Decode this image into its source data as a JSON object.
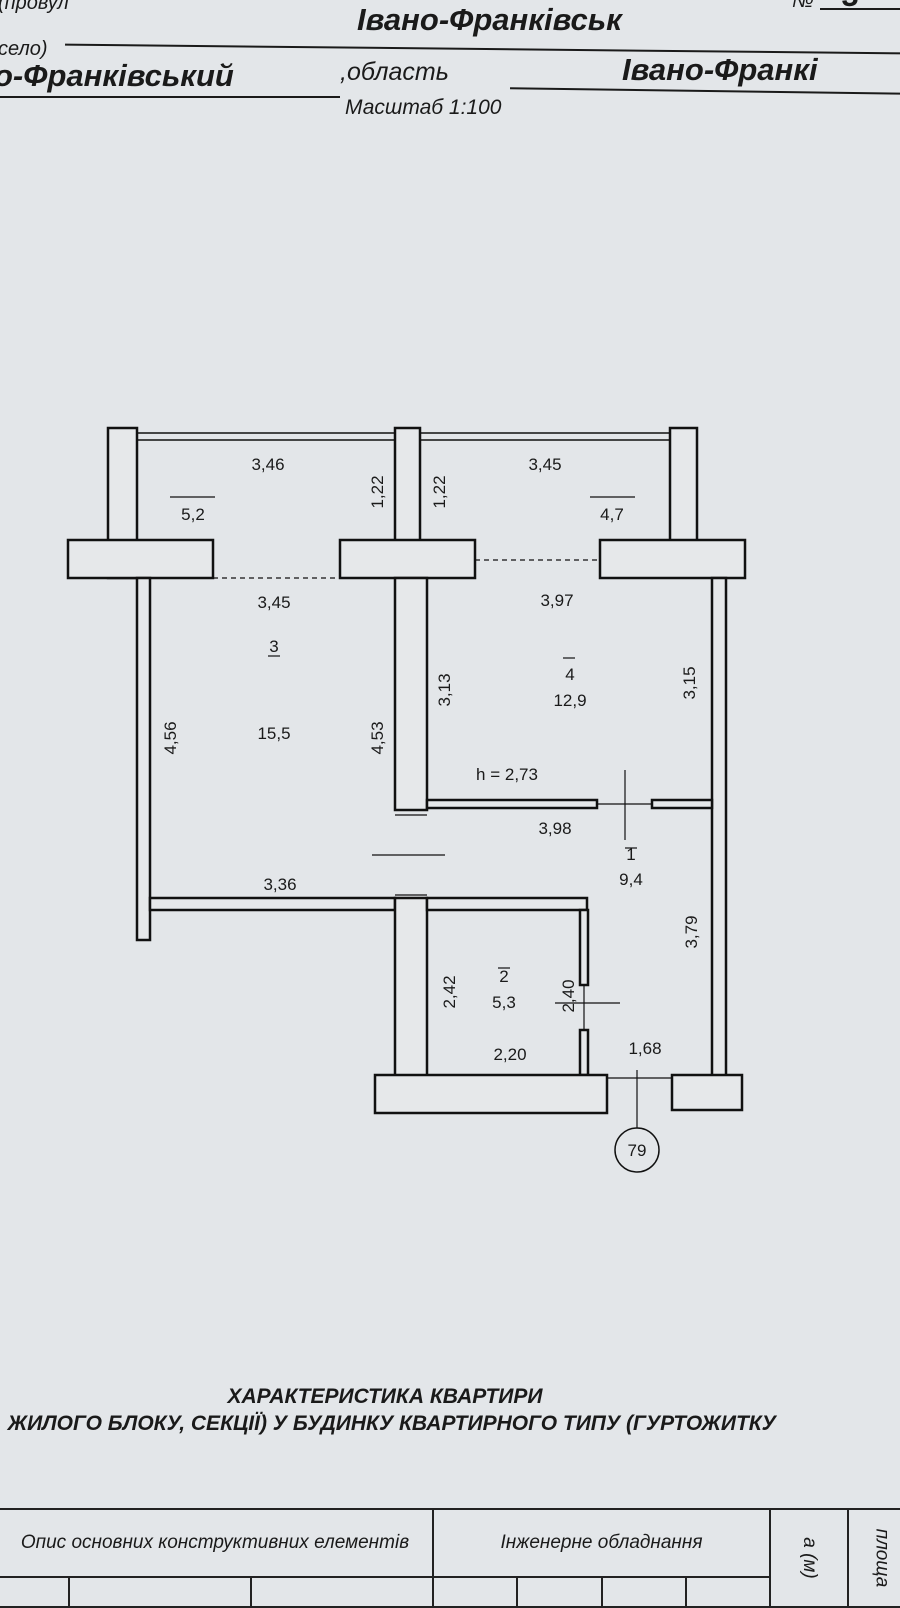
{
  "header": {
    "street_label_partial": "(провул",
    "number_label": "№",
    "number_value": "3",
    "settlement_label_partial": "село)",
    "city": "Івано-Франківськ",
    "district_partial": "о-Франківський",
    "region_label": ",область",
    "region_partial": "Івано-Франкі",
    "scale": "Масштаб 1:100"
  },
  "plan": {
    "rooms": [
      {
        "number": "1",
        "area": "9,4"
      },
      {
        "number": "2",
        "area": "5,3"
      },
      {
        "number": "3",
        "area": "15,5"
      },
      {
        "number": "4",
        "area": "12,9"
      }
    ],
    "balconies": [
      {
        "area": "5,2"
      },
      {
        "area": "4,7"
      }
    ],
    "dimensions": {
      "balcony_left_width": "3,46",
      "balcony_right_width": "3,45",
      "balcony_left_depth": "1,22",
      "balcony_right_depth": "1,22",
      "room3_top": "3,45",
      "room3_left": "4,56",
      "room3_right": "4,53",
      "room3_bottom": "3,36",
      "room4_top": "3,97",
      "room4_left": "3,13",
      "room4_right": "3,15",
      "ceiling_height": "h = 2,73",
      "room1_top": "3,98",
      "room1_right": "3,79",
      "room1_bottom": "1,68",
      "room2_left": "2,42",
      "room2_right": "2,40",
      "room2_bottom": "2,20"
    },
    "entrance_marker": "79"
  },
  "characteristics": {
    "title": "ХАРАКТЕРИСТИКА КВАРТИРИ",
    "subtitle": ", ЖИЛОГО БЛОКУ, СЕКЦІЇ) У БУДИНКУ КВАРТИРНОГО ТИПУ (ГУРТОЖИТКУ",
    "table_headers": {
      "construction": "Опис основних конструктивних елементів",
      "engineering": "Інженерне обладнання",
      "height_partial": "а (м)",
      "area_partial": "площа"
    }
  }
}
